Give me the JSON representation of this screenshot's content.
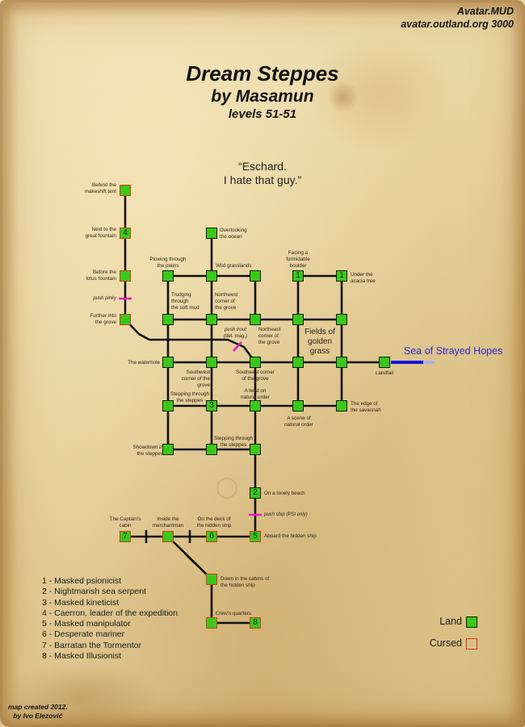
{
  "header": {
    "line1": "Avatar.MUD",
    "line2": "avatar.outland.org 3000"
  },
  "title": {
    "area": "Dream Steppes",
    "author": "by Masamun",
    "levels": "levels 51-51"
  },
  "quote": {
    "line1": "“Eschard.",
    "line2": "I hate that guy.”"
  },
  "colors": {
    "land": "#3ac81c",
    "cursed_border": "#d43a16",
    "node_border": "#1c1c10",
    "path": "#111111",
    "push_marker": "#e020c0",
    "sea_line": "#1414e0",
    "sea_text": "#2a2ac8"
  },
  "rooms": {
    "behind_tent": {
      "label1": "Behind the",
      "label2": "makeshift tent",
      "mob": ""
    },
    "great_fountain": {
      "label1": "Next to the",
      "label2": "great fountain",
      "mob": "4"
    },
    "lotus_fountain": {
      "label1": "Before the",
      "label2": "lotus fountain",
      "mob": ""
    },
    "further_grove": {
      "label1": "Further into",
      "label2": "the grove",
      "mob": ""
    },
    "overlooking_ocean": {
      "label1": "Overlooking",
      "label2": "the ocean",
      "mob": ""
    },
    "plowing_plains": {
      "label1": "Plowing through",
      "label2": "the plains",
      "mob": ""
    },
    "wild_grasslands": {
      "label1": "Wild grasslands",
      "mob": ""
    },
    "grass_e": {
      "mob": ""
    },
    "facing_boulder": {
      "label1": "Facing a",
      "label2": "formidable",
      "label3": "boulder",
      "mob": "1"
    },
    "acacia_tree": {
      "label1": "Under the",
      "label2": "acacia tree",
      "mob": "1"
    },
    "trudging_mud": {
      "label1": "Trudging",
      "label2": "through",
      "label3": "the soft mud",
      "mob": ""
    },
    "northwest_grove": {
      "label1": "Northwest",
      "label2": "corner of",
      "label3": "the grove",
      "mob": ""
    },
    "northeast_grove": {
      "label1": "Northeast",
      "label2": "corner of",
      "label3": "the grove",
      "mob": ""
    },
    "fields_nw": {
      "mob": ""
    },
    "fields_ne": {
      "mob": ""
    },
    "waterhole": {
      "label1": "The waterhole",
      "mob": ""
    },
    "southwest_grove": {
      "label1": "Southwest",
      "label2": "corner of the",
      "label3": "grove",
      "mob": ""
    },
    "southeast_grove": {
      "label1": "Southeast corner",
      "label2": "of the grove",
      "mob": ""
    },
    "fields_sw": {
      "mob": ""
    },
    "fields_se": {
      "mob": ""
    },
    "landfall": {
      "label1": "Landfall",
      "mob": ""
    },
    "stepping_steppes_1": {
      "label1": "Stepping through",
      "label2": "the steppes",
      "mob": ""
    },
    "steppes_3": {
      "mob": "3"
    },
    "twist_order": {
      "label1": "A twist on",
      "label2": "natural order",
      "mob": ""
    },
    "scene_order": {
      "label1": "A scene of",
      "label2": "natural order",
      "mob": ""
    },
    "edge_savannah": {
      "label1": "The edge of",
      "label2": "the savannah",
      "mob": ""
    },
    "showdown": {
      "label1": "Showdown in",
      "label2": "the steppes",
      "mob": ""
    },
    "stepping_steppes_2": {
      "label1": "Stepping through",
      "label2": "the steppes",
      "mob": ""
    },
    "steppes_se": {
      "mob": ""
    },
    "lonely_beach": {
      "label1": "On a lonely beach",
      "mob": "2"
    },
    "captains_cabin": {
      "label1": "The Captain’s",
      "label2": "cabin",
      "mob": "7"
    },
    "merchantman": {
      "label1": "Inside the",
      "label2": "merchantman",
      "mob": ""
    },
    "deck_ship": {
      "label1": "On the deck of",
      "label2": "the hidden ship",
      "mob": "6"
    },
    "aboard_ship": {
      "label1": "Aboard the hidden ship",
      "mob": "5"
    },
    "cabins_ship": {
      "label1": "Down in the cabins of",
      "label2": "the hidden ship",
      "mob": ""
    },
    "crews_quarters": {
      "label1": "Crew’s quarters",
      "mob": ""
    },
    "crew_8": {
      "mob": "8"
    }
  },
  "region_labels": {
    "fields": {
      "line1": "Fields of",
      "line2": "golden",
      "line3": "grass"
    },
    "sea": "Sea of Strayed Hopes"
  },
  "push_notes": {
    "pinky": "push pinky",
    "trout_1": "push trout",
    "trout_2": "(det. mag.)",
    "ship": "push ship (PSI only)"
  },
  "mob_legend": [
    "1 - Masked psionicist",
    "2 - Nightmarish sea serpent",
    "3 - Masked kineticist",
    "4 - Caerron, leader of the expedition",
    "5 - Masked manipulator",
    "6 - Desperate mariner",
    "7 - Barratan the Tormentor",
    "8 - Masked Illusionist"
  ],
  "key": {
    "land": "Land",
    "cursed": "Cursed"
  },
  "credit": {
    "line1": "map created 2012.",
    "line2": "by Ivo Elezović"
  }
}
